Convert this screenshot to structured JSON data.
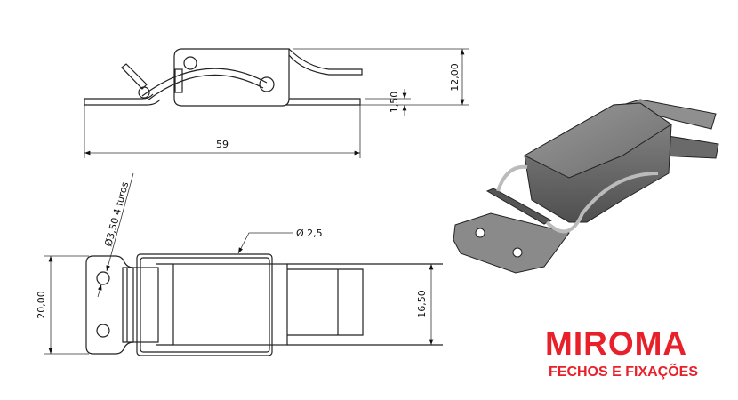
{
  "side_view": {
    "dim_length": "59",
    "dim_height": "12,00",
    "dim_thickness": "1,50"
  },
  "top_view": {
    "dim_width": "20,00",
    "dim_inner_width": "16,50",
    "hole_note": "Ø3,50   4 furos",
    "wire_note": "Ø 2,5"
  },
  "logo": {
    "name": "MIROMA",
    "tagline": "FECHOS E FIXAÇÕES",
    "color": "#e8202a"
  }
}
